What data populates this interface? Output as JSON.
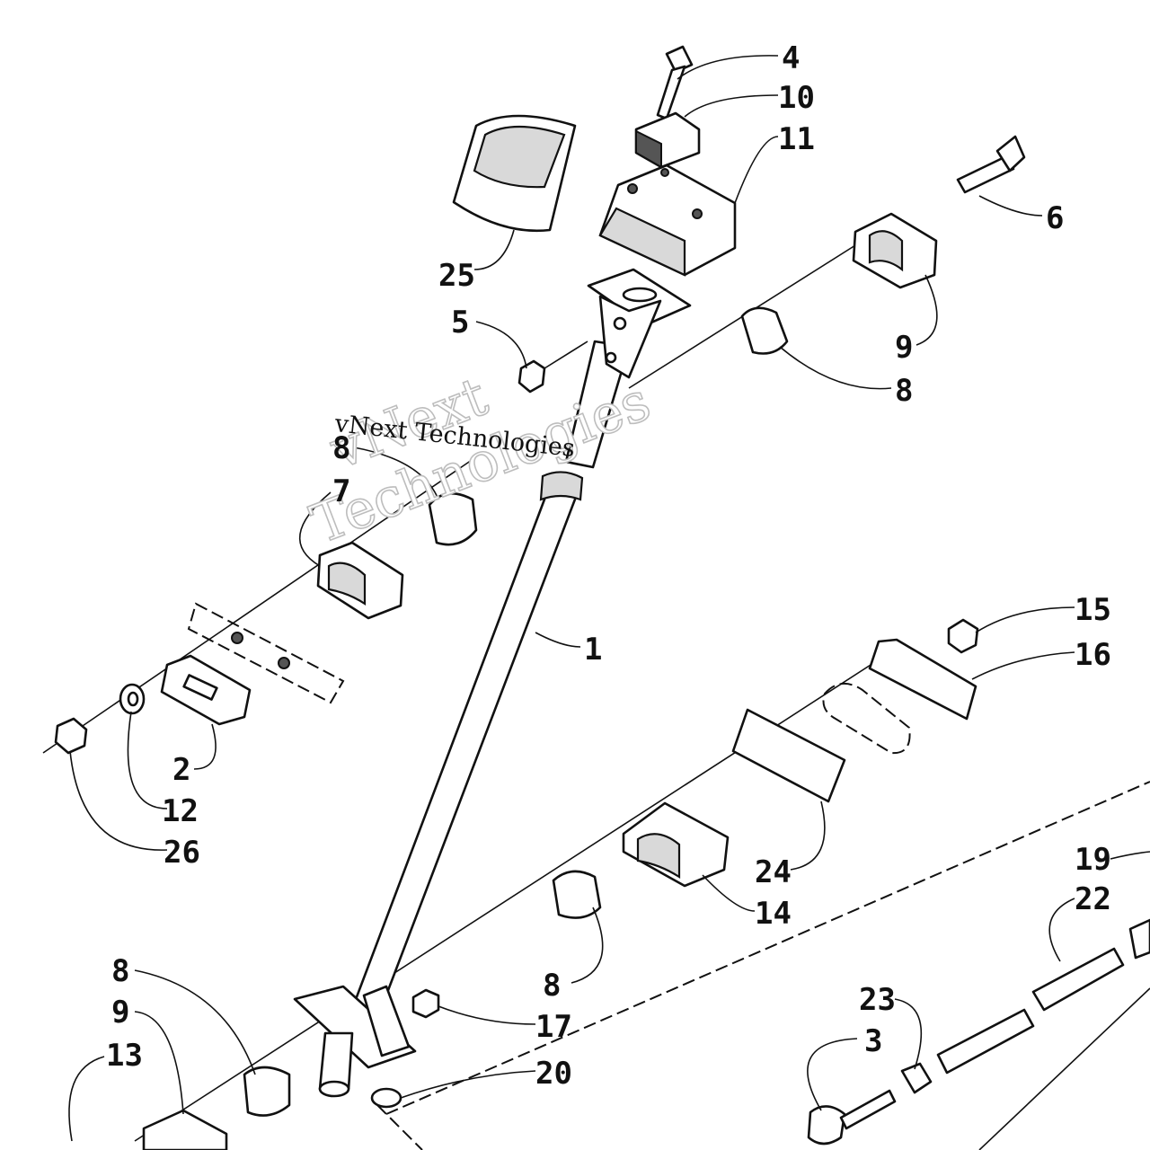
{
  "watermark": {
    "line1": "vNext",
    "line2": "Technologies",
    "small": "vNext Technologies"
  },
  "callouts": {
    "c1": "1",
    "c2": "2",
    "c3": "3",
    "c4": "4",
    "c5": "5",
    "c6": "6",
    "c7": "7",
    "c8a": "8",
    "c8b": "8",
    "c8c": "8",
    "c8d": "8",
    "c9a": "9",
    "c9b": "9",
    "c10": "10",
    "c11": "11",
    "c12": "12",
    "c13": "13",
    "c14": "14",
    "c15": "15",
    "c16": "16",
    "c17": "17",
    "c19": "19",
    "c20": "20",
    "c22": "22",
    "c23": "23",
    "c24": "24",
    "c25": "25",
    "c26": "26"
  }
}
